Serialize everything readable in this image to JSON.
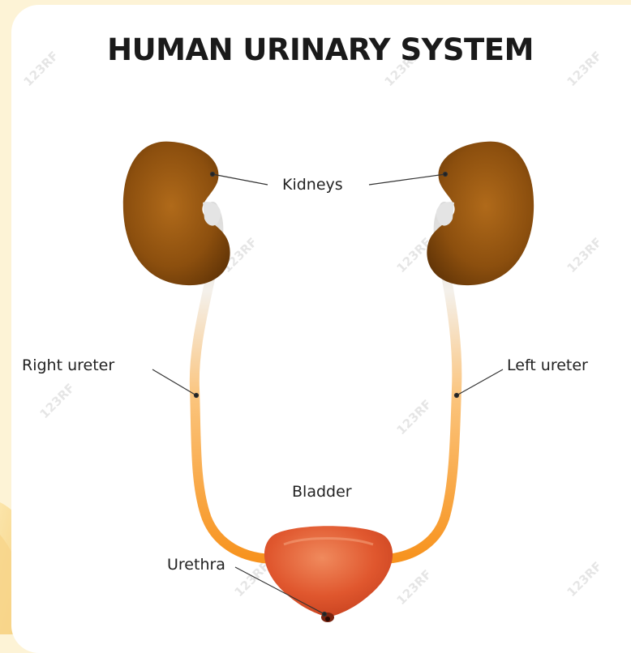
{
  "diagram": {
    "title": "HUMAN URINARY SYSTEM",
    "labels": {
      "kidneys": "Kidneys",
      "right_ureter": "Right ureter",
      "left_ureter": "Left ureter",
      "bladder": "Bladder",
      "urethra": "Urethra"
    }
  },
  "watermark": {
    "text": "123RF"
  },
  "colors": {
    "page_background": "#fdf3d6",
    "card": "#ffffff",
    "kidney": "#8a4d0c",
    "ureter_top": "#e8e8e8",
    "ureter_bottom": "#f7a23a",
    "bladder": "#e0572e",
    "leader_line": "#333333"
  }
}
